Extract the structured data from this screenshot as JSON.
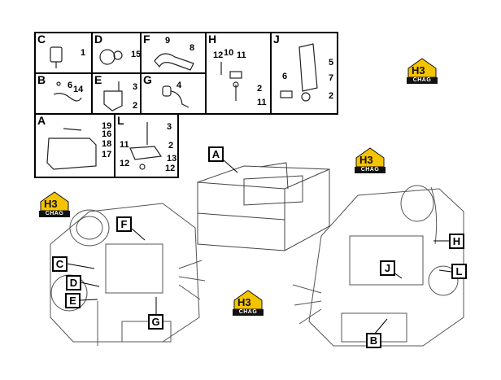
{
  "legend": {
    "cells": [
      {
        "letter": "C",
        "parts": [
          "1"
        ]
      },
      {
        "letter": "D",
        "parts": [
          "15"
        ]
      },
      {
        "letter": "F",
        "parts": [
          "9",
          "8"
        ]
      },
      {
        "letter": "H",
        "parts": [
          "12",
          "10",
          "11",
          "2",
          "11"
        ]
      },
      {
        "letter": "J",
        "parts": [
          "5",
          "7",
          "6",
          "2"
        ]
      },
      {
        "letter": "B",
        "parts": [
          "6",
          "14"
        ]
      },
      {
        "letter": "E",
        "parts": [
          "3",
          "2"
        ]
      },
      {
        "letter": "G",
        "parts": [
          "4"
        ]
      },
      {
        "letter": "A",
        "parts": [
          "19",
          "16",
          "18",
          "17"
        ]
      },
      {
        "letter": "L",
        "parts": [
          "3",
          "11",
          "2",
          "13",
          "12",
          "12"
        ]
      }
    ]
  },
  "callouts": [
    "A",
    "F",
    "C",
    "D",
    "E",
    "G",
    "H",
    "J",
    "L",
    "B"
  ],
  "watermark": {
    "brand": "CHAG",
    "mark": "H3"
  },
  "colors": {
    "line": "#000000",
    "engine": "#555555",
    "logo_yellow": "#f5c400"
  }
}
